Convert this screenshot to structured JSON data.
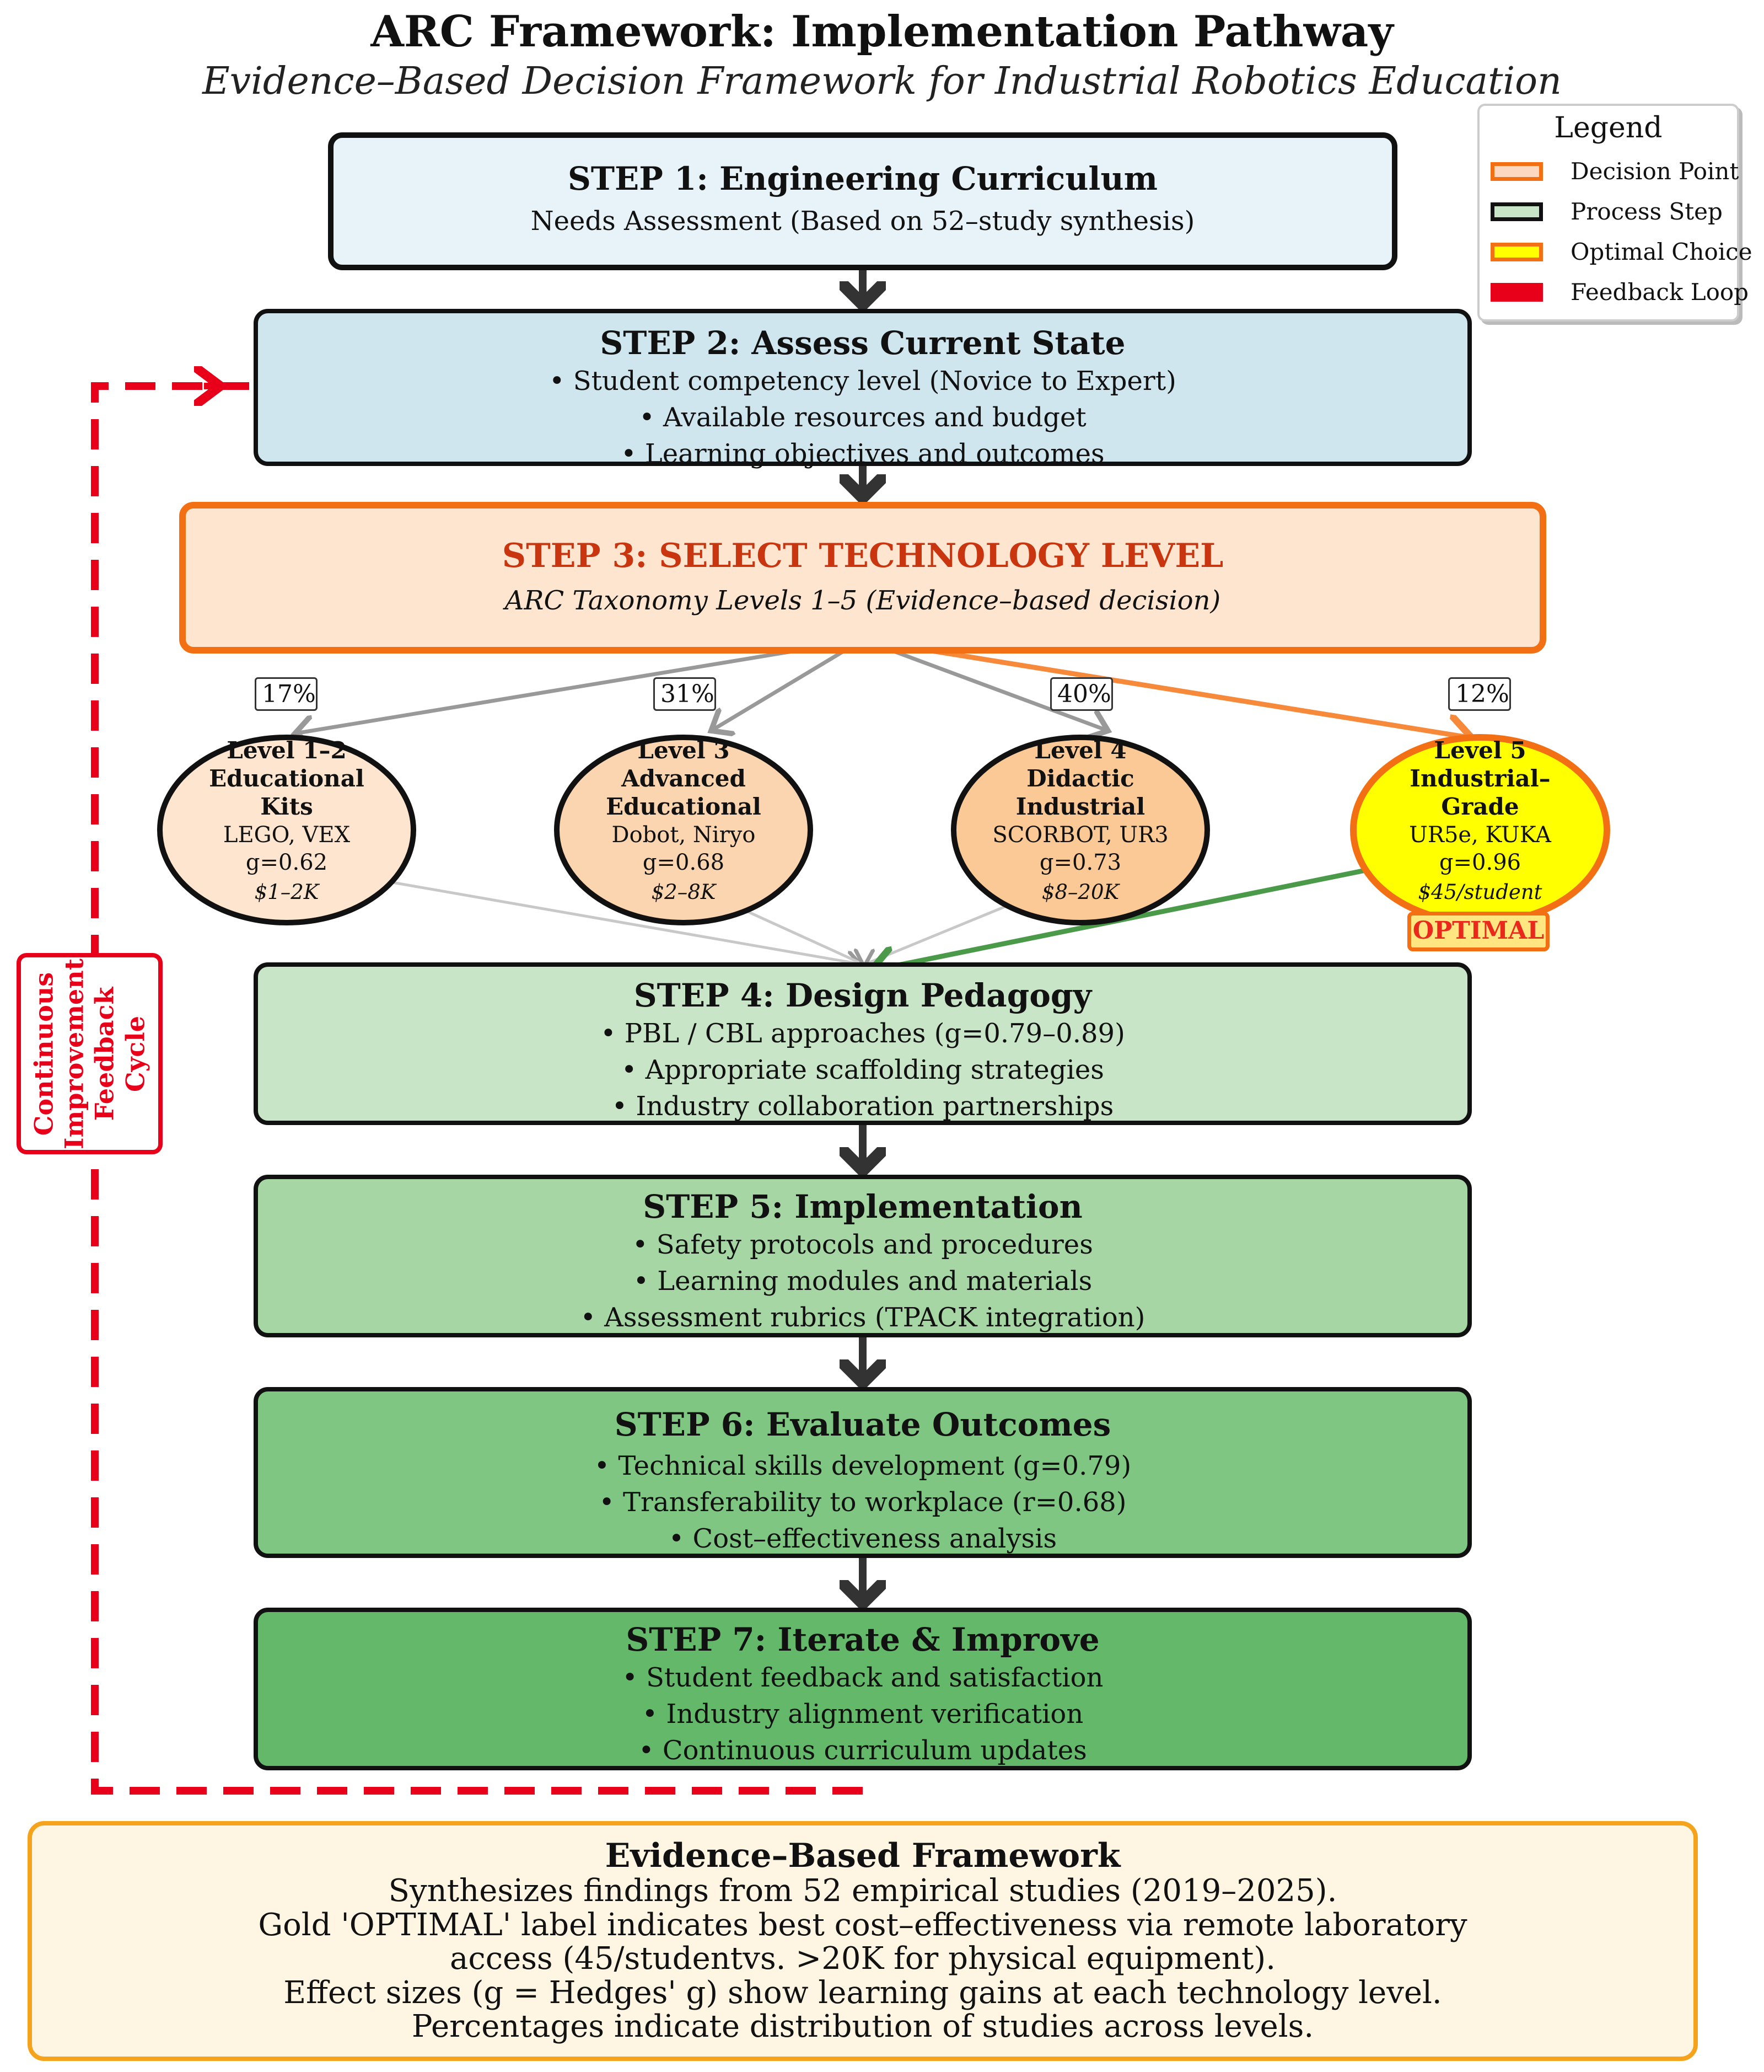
{
  "title": "ARC Framework: Implementation Pathway",
  "subtitle": "Evidence–Based Decision Framework for Industrial Robotics Education",
  "legend": {
    "title": "Legend",
    "items": [
      {
        "label": "Decision Point",
        "color": "#fbd8bf",
        "border": "#f36f13"
      },
      {
        "label": "Process Step",
        "color": "#c9e5c8",
        "border": "#111111"
      },
      {
        "label": "Optimal Choice",
        "color": "#ffff00",
        "border": "#f36f13"
      },
      {
        "label": "Feedback Loop",
        "color": "#e8001a",
        "border": "#e8001a"
      }
    ]
  },
  "step1": {
    "title": "STEP 1: Engineering Curriculum",
    "lines": [
      "Needs Assessment (Based on 52–study synthesis)"
    ]
  },
  "step2": {
    "title": "STEP 2: Assess Current State",
    "lines": [
      "• Student competency level (Novice to Expert)",
      "• Available resources and budget",
      "• Learning objectives and outcomes"
    ]
  },
  "step3": {
    "title": "STEP 3: SELECT TECHNOLOGY LEVEL",
    "lines": [
      "ARC Taxonomy Levels 1–5 (Evidence–based decision)"
    ]
  },
  "levels": [
    {
      "pct": "17%",
      "name": [
        "Level 1–2",
        "Educational",
        "Kits"
      ],
      "examples": "LEGO, VEX",
      "g": "g=0.62",
      "cost": "$1–2K",
      "fill": "#fde5cf",
      "border": "#111111"
    },
    {
      "pct": "31%",
      "name": [
        "Level 3",
        "Advanced",
        "Educational"
      ],
      "examples": "Dobot, Niryo",
      "g": "g=0.68",
      "cost": "$2–8K",
      "fill": "#fbd5b0",
      "border": "#111111"
    },
    {
      "pct": "40%",
      "name": [
        "Level 4",
        "Didactic",
        "Industrial"
      ],
      "examples": "SCORBOT, UR3",
      "g": "g=0.73",
      "cost": "$8–20K",
      "fill": "#fbc995",
      "border": "#111111"
    },
    {
      "pct": "12%",
      "name": [
        "Level 5",
        "Industrial–",
        "Grade"
      ],
      "examples": "UR5e, KUKA",
      "g": "g=0.96",
      "cost": "$45/student",
      "fill": "#ffff00",
      "border": "#f36f13"
    }
  ],
  "optimal_label": "OPTIMAL",
  "feedback_label": [
    "Continuous",
    "Improvement",
    "Feedback",
    "Cycle"
  ],
  "step4": {
    "title": "STEP 4: Design Pedagogy",
    "lines": [
      "• PBL / CBL approaches (g=0.79–0.89)",
      "• Appropriate scaffolding strategies",
      "• Industry collaboration partnerships"
    ]
  },
  "step5": {
    "title": "STEP 5: Implementation",
    "lines": [
      "• Safety protocols and procedures",
      "• Learning modules and materials",
      "• Assessment rubrics (TPACK integration)"
    ]
  },
  "step6": {
    "title": "STEP 6: Evaluate Outcomes",
    "lines": [
      "• Technical skills development (g=0.79)",
      "• Transferability to workplace (r=0.68)",
      "• Cost–effectiveness analysis"
    ]
  },
  "step7": {
    "title": "STEP 7: Iterate & Improve",
    "lines": [
      "• Student feedback and satisfaction",
      "• Industry alignment verification",
      "• Continuous curriculum updates"
    ]
  },
  "info": {
    "title": "Evidence–Based Framework",
    "lines": [
      "Synthesizes findings from 52 empirical studies (2019–2025).",
      "Gold 'OPTIMAL' label indicates best cost–effectiveness via remote laboratory",
      "access (45/studentvs. >20K for physical equipment).",
      "Effect sizes (g = Hedges' g) show learning gains at each technology level.",
      "Percentages indicate distribution of studies across levels."
    ]
  }
}
